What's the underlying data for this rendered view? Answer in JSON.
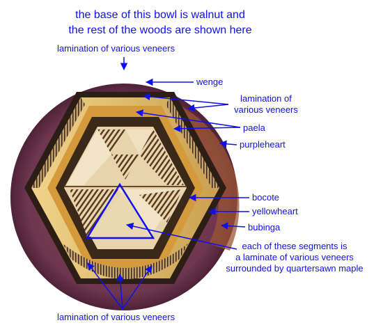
{
  "title": {
    "line1": "the base of this bowl is walnut and",
    "line2": "the rest of the woods are shown here"
  },
  "labels": {
    "lamination_top": "lamination of various veneers",
    "wenge": "wenge",
    "lamination_mid_1": "lamination of",
    "lamination_mid_2": "various veneers",
    "paela": "paela",
    "purpleheart": "purpleheart",
    "bocote": "bocote",
    "yellowheart": "yellowheart",
    "bubinga": "bubinga",
    "segments_1": "each of these segments is",
    "segments_2": "a laminate of various veneers",
    "segments_3": "surrounded by quartersawn maple",
    "lamination_bottom": "lamination of various veneers"
  },
  "colors": {
    "annotation": "#1010ee",
    "purpleheart": "#7a3a5a",
    "bubinga": "#9a4a2e",
    "yellowheart": "#e0c070",
    "paela": "#d4a040",
    "wenge": "#3a2a1c",
    "maple": "#eedcb8",
    "bocote": "#6a4a2a"
  }
}
